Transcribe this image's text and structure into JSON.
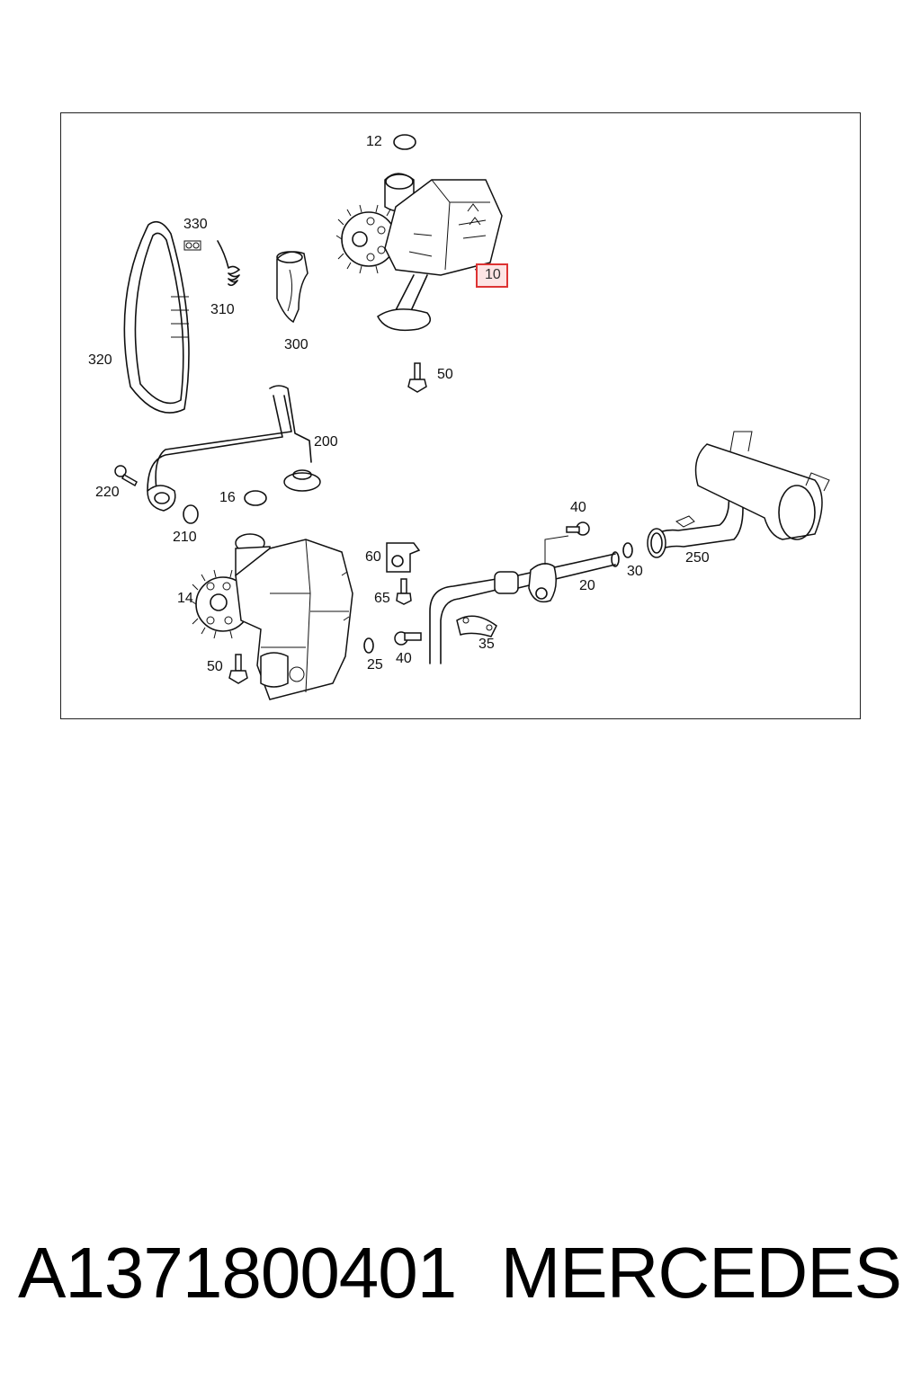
{
  "callouts": {
    "c12": "12",
    "c330": "330",
    "c310": "310",
    "c300": "300",
    "c320": "320",
    "c10": "10",
    "c50a": "50",
    "c200": "200",
    "c220": "220",
    "c16": "16",
    "c210": "210",
    "c60": "60",
    "c65": "65",
    "c14": "14",
    "c40a": "40",
    "c20": "20",
    "c30": "30",
    "c250": "250",
    "c35": "35",
    "c40b": "40",
    "c25": "25",
    "c50b": "50"
  },
  "highlighted_callout": "10",
  "colors": {
    "highlight_border": "#d33333",
    "highlight_fill": "#fde4e4",
    "line": "#111111"
  },
  "footer": {
    "part_number": "A1371800401",
    "brand": "MERCEDES"
  }
}
